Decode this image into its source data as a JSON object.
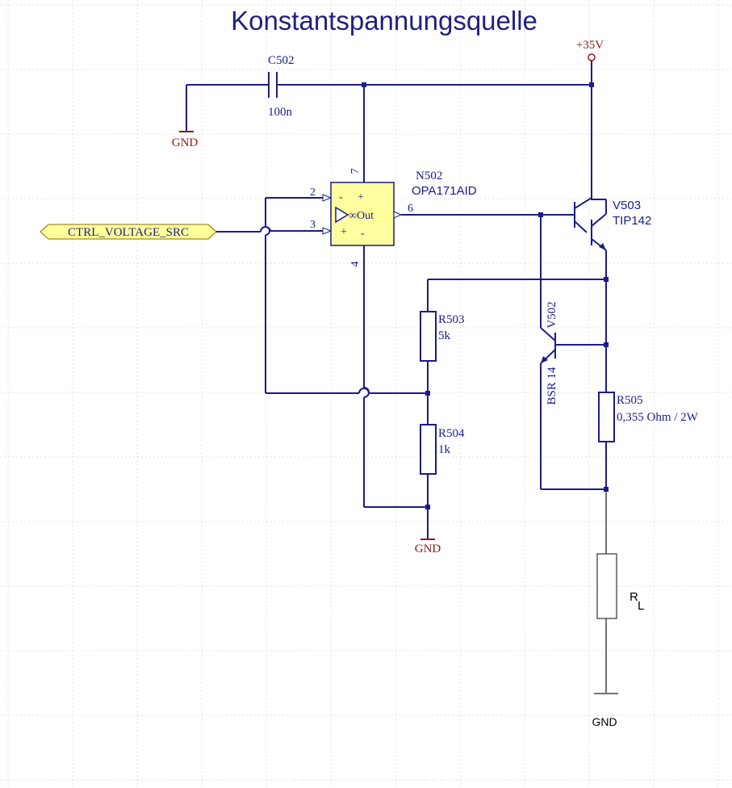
{
  "title": "Konstantspannungsquelle",
  "colors": {
    "wire": "#1b1b8c",
    "power": "#8b1a1a",
    "opamp_fill": "#ffffa0",
    "netlabel_fill": "#ffff99"
  },
  "power": {
    "vcc_label": "+35V",
    "gnd_top": "GND",
    "gnd_mid": "GND",
    "gnd_bottom": "GND"
  },
  "capacitor": {
    "designator": "C502",
    "value": "100n"
  },
  "opamp": {
    "designator": "N502",
    "part": "OPA171AID",
    "pin_inv": "2",
    "pin_noninv": "3",
    "pin_out": "6",
    "pin_vplus": "7",
    "pin_vminus": "4",
    "sym_minus": "-",
    "sym_plus": "+",
    "sym_out": "∞Out",
    "sym_plus2": "+",
    "sym_minus2": "-"
  },
  "net_label": "CTRL_VOLTAGE_SRC",
  "darlington": {
    "designator": "V503",
    "part": "TIP142"
  },
  "transistor": {
    "designator": "V502",
    "part": "BSR 14"
  },
  "resistors": [
    {
      "designator": "R503",
      "value": "5k"
    },
    {
      "designator": "R504",
      "value": "1k"
    },
    {
      "designator": "R505",
      "value": "0,355 Ohm / 2W"
    }
  ],
  "load": {
    "name": "R",
    "subscript": "L"
  }
}
